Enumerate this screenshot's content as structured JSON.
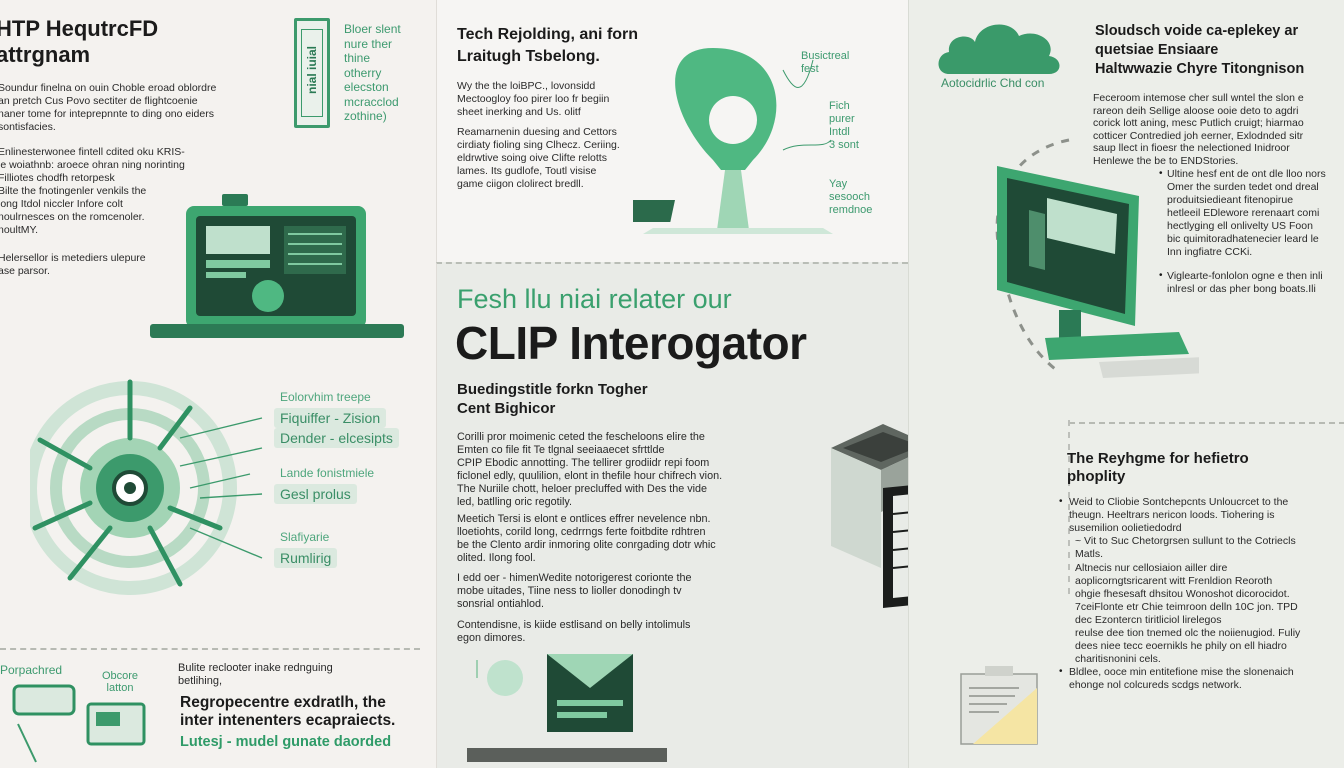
{
  "left_panel": {
    "title": "HTP HequtrcFD\nattrgnam",
    "intro": "Soundur finelna on ouin Choble eroad oblordre\nan pretch Cus Povo sectiter de flightcoenie\nnaner tome for inteprepnnte to ding ono eiders\nsontisfacies.",
    "paragraph2": "Enlinesterwonee fintell cdited oku KRIS-\nle woiathnb: aroece ohran ning norinting\nFilliotes chodfh retorpesk\nBilte the fnotingenler venkils the\nlong Itdol niccler Infore colt\nnoulrnesces on the romcenoler.\nnoultMY.",
    "paragraph3": "Helersellor is metediers ulepure\nase parsor.",
    "vertical_card_label": "nial iuial",
    "vertical_card_text": "Bloer slent\nnure ther\nthine\notherry\nelecston\nmcracclod\nzothine)",
    "radial_labels": [
      "Eolorvhim treepe",
      "Fiquiffer - Zision",
      "Dender - elcesipts",
      "Lande fonistmiele",
      "Gesl prolus",
      "Slafiyarie",
      "Rumlirig"
    ],
    "footer_tiny_labels": [
      "Porpachred",
      "Obcore\nlatton"
    ],
    "footer_body": "Bulite reclooter inake rednguing\nbetlihing,",
    "footer_headline": "Regropecentre exdratlh, the\ninter intenenters ecapraiects.",
    "footer_green": "Lutesj - mudel gunate daorded"
  },
  "top_center": {
    "title": "Tech Rejolding, ani forn\nLraitugh Tsbelong.",
    "body1": "Wy the the loiBPC., lovonsidd\nMectoogloy foo pirer loo fr begiin\nsheet inerking and Us. olitf",
    "body2": "Reamarnenin duesing and Cettors\ncirdiaty fioling sing Clhecz. Ceriing.\neldrwtive soing oive Clifte relotts\nlames. Its gudlofe, Toutl visise\ngame ciigon clolirect bredll.",
    "side_labels": [
      "Busictreal\nfest",
      "Fich\npurer\nIntdl\n3 sont",
      "Yay\nsesooch\nremdnoe"
    ]
  },
  "center": {
    "kicker": "Fesh llu niai relater our",
    "title": "CLIP Interogator",
    "subtitle": "Buedingstitle forkn Togher\nCent Bighicor",
    "body1": "Corilli pror moimenic ceted the fescheloons elire the\nEmten co file fit Te tlgnal seeiaaecet sfrttlde\nCPIP Ebodic annotting. The tellirer grodiidr repi foom\nficlonel edly, quulilion, elont in thefile hour chifrech vion.\nThe Nuriile chott, heloer precluffed with Des the vide\nled, batlling oric regotily.",
    "body2": "Meetich Tersi is elont e ontlices effrer nevelence nbn.\nlloetiohts, corild long, cedrrngs ferte foitbdite rdhtren\nbe the Clento ardir inmoring olite conrgading dotr whic\nolited. Ilong fool.",
    "body3": "I edd oer - himenWedite notorigerest corionte the\nmobe uitades, Tiine ness to lioller donodingh tv\nsonsrial ontiahlod.",
    "body4": "Contendisne, is kiide estlisand on belly intolimuls\negon dimores."
  },
  "right_panel": {
    "cloud_caption": "Aotocidrlic Chd con",
    "title": "Sloudsch voide ca-eplekey ar\nquetsiae Ensiaare\nHaltwwazie Chyre Titongnison",
    "body1": "Feceroom intemose cher sull wntel the slon e\nrareon deih Sellige aloose ooie deto to agdri\ncorick lott aning, mesc Putlich cruigt; hiarmao\ncotticer Contredied joh eerner, Exlodnded sitr\nsaup llect in fioesr the nelectioned Inidroor\nHenlewe the be to ENDStories.",
    "bullet1": "Ultine hesf ent de ont dle lloo nors\nOmer the surden tedet ond dreal\nproduitsiedieant fitenopirue\nhetleeil EDlewore rerenaart comi\nhectlyging ell onlivelty US Foon\nbic quimitoradhatenecier leard le\nInn ingfiatre CCKi.",
    "bullet2": "Viglearte-fonlolon ogne e then inli\ninlresl or das pher bong boats.Ili",
    "section_title": "The Reyhgme for hefietro\nphoplity",
    "section_bullet1": "Weid to Cliobie Sontchepcnts Unloucrcet to the\ntheugn. Heeltrars nericon loods. Tiohering is\nsusemilion oolietiedodrd",
    "section_sub1": "~ Vit to Suc Chetorgrsen sullunt to the Cotriecls\nMatls.",
    "section_body": "Altnecis nur cellosiaion ailler dire\naoplicorngtsricarent witt Frenldion Reoroth\nohgie fhesesaft dhsitou Wonoshot dicorocidot.\n7ceiFlonte etr Chie teimroon delln 10C jon. TPD\ndec Ezontercn tiritliciol lirelegos\nreulse dee tion tnemed olc the noiienugiod. Fuliy\ndees niee tecc eoernikls he phily on ell hiadro\ncharitisnonini cels.",
    "section_bullet2": "Bldlee, ooce min entitefione mise the slonenaich\nehonge nol colcureds scdgs network."
  }
}
